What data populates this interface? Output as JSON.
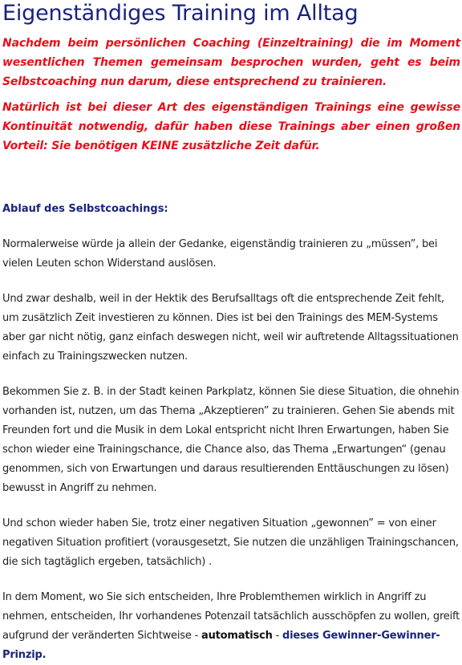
{
  "page": {
    "title": "Eigenständiges Training im Alltag",
    "intro": [
      "Nachdem beim persönlichen Coaching (Einzeltraining) die im Moment wesentlichen Themen gemeinsam besprochen wurden, geht es beim Selbstcoaching nun darum, diese entsprechend zu trainieren.",
      "Natürlich ist bei dieser Art des eigenständigen Trainings eine gewisse Kontinuität notwendig, dafür haben diese Trainings aber einen großen Vorteil: Sie benötigen KEINE zusätzliche Zeit dafür."
    ],
    "section_title": "Ablauf des Selbstcoachings:",
    "paragraphs": [
      "Normalerweise würde ja allein der Gedanke, eigenständig trainieren zu „müssen”, bei vielen Leuten schon Widerstand auslösen.",
      "Und zwar deshalb, weil in der Hektik des Berufsalltags oft die entsprechende Zeit fehlt, um zusätzlich Zeit investieren zu können. Dies ist bei den Trainings des MEM-Systems aber gar nicht nötig, ganz einfach deswegen nicht, weil wir auftretende Alltagssituationen einfach zu Trainingszwecken nutzen.",
      "Bekommen Sie z. B. in der Stadt keinen Parkplatz, können Sie diese Situation, die ohnehin vorhanden ist, nutzen, um das Thema „Akzeptieren” zu trainieren. Gehen Sie abends mit Freunden fort und die Musik in dem Lokal entspricht nicht Ihren Erwartungen, haben Sie schon wieder eine Trainingschance, die Chance also, das Thema „Erwartungen“ (genau genommen, sich von Erwartungen und daraus resultierenden Enttäuschungen zu lösen) bewusst in Angriff zu nehmen.",
      "Und schon wieder haben Sie, trotz einer negativen Situation „gewonnen” = von einer negativen Situation profitiert (vorausgesetzt, Sie nutzen die unzähligen Trainingschancen, die sich tagtäglich ergeben, tatsächlich) ."
    ],
    "last_paragraph": {
      "text": "In dem Moment, wo Sie sich entscheiden, Ihre Problemthemen wirklich in Angriff zu nehmen, entscheiden, Ihr vorhandenes Potenzail tatsächlich ausschöpfen zu wollen, greift aufgrund der veränderten Sichtweise - ",
      "bold": "automatisch",
      "separator": " - ",
      "link": "dieses Gewinner-Gewinner-Prinzip",
      "end": "."
    }
  },
  "colors": {
    "heading": "#1a237e",
    "intro": "#e8101c",
    "body": "#222222",
    "link": "#1a237e"
  }
}
